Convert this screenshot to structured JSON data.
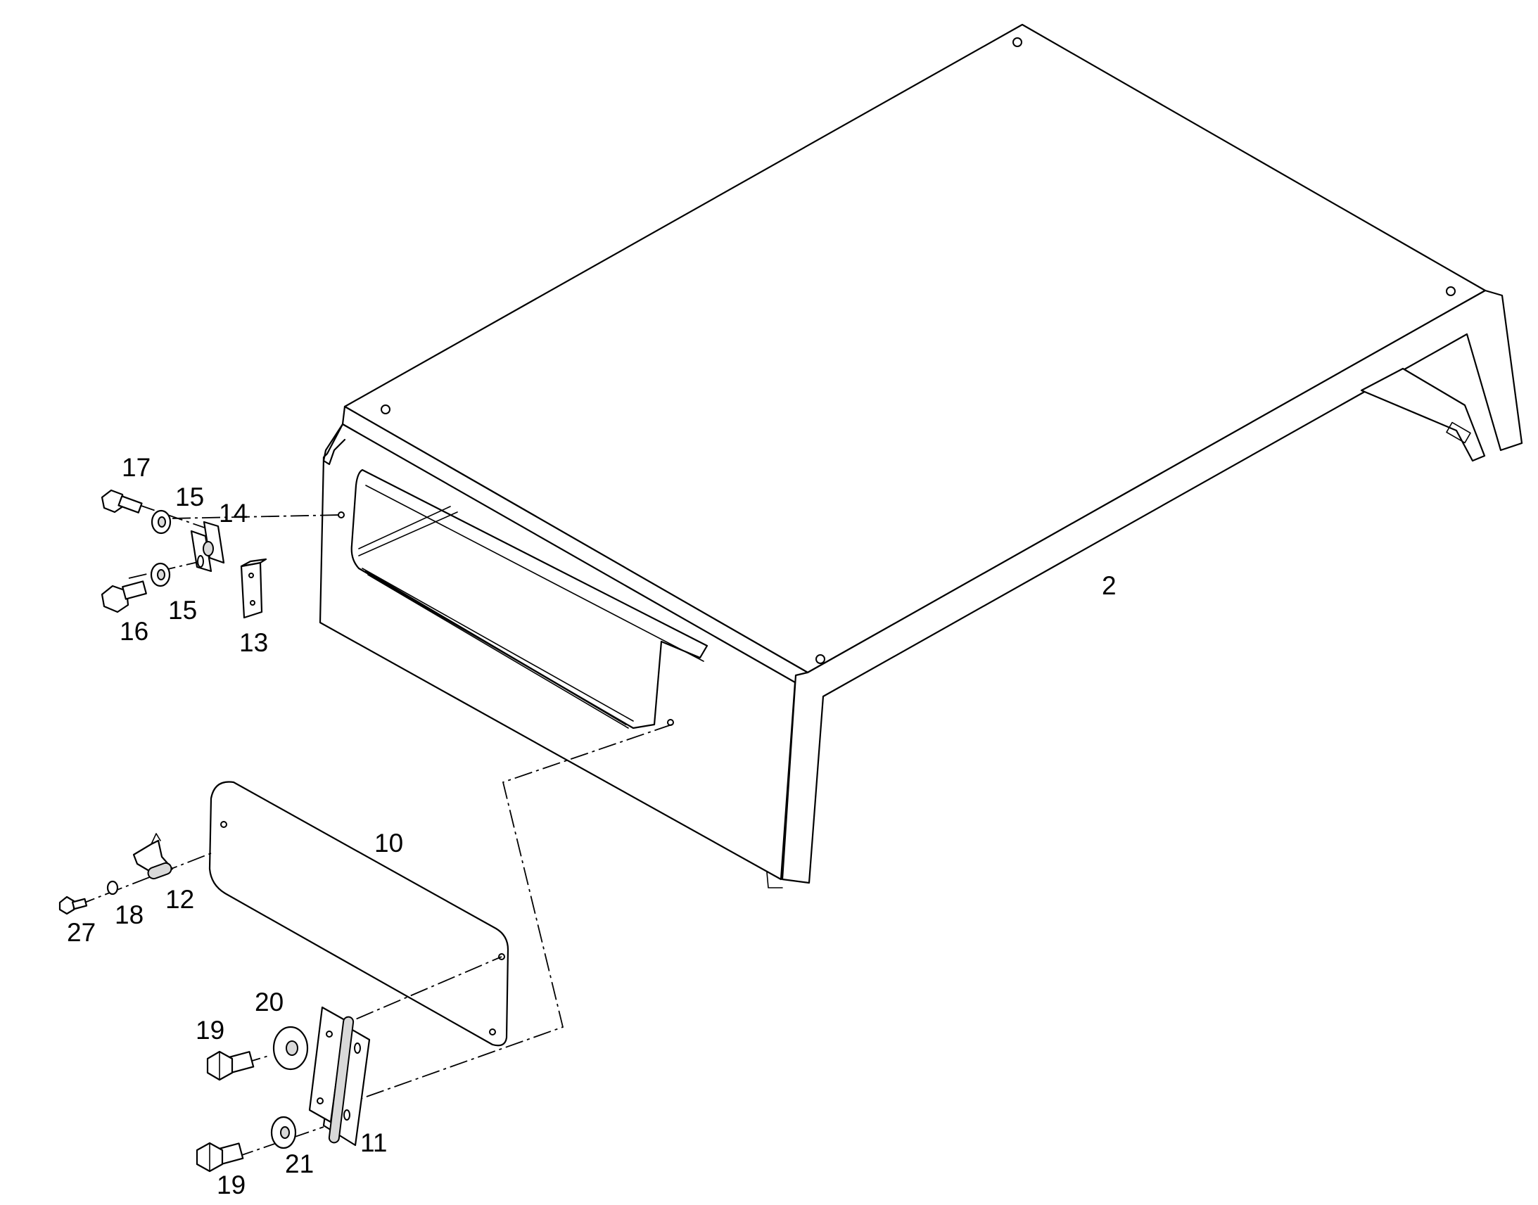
{
  "callouts": {
    "c2": "2",
    "c10": "10",
    "c11": "11",
    "c12": "12",
    "c13": "13",
    "c14": "14",
    "c15a": "15",
    "c15b": "15",
    "c16": "16",
    "c17": "17",
    "c18": "18",
    "c19a": "19",
    "c19b": "19",
    "c20": "20",
    "c21": "21",
    "c27": "27"
  },
  "parts": [
    "hood-cover",
    "side-panel",
    "hinge",
    "latch-clip",
    "rubber-block",
    "latch-bracket",
    "washer",
    "bolt",
    "lock-washer",
    "flat-washer",
    "screw"
  ]
}
